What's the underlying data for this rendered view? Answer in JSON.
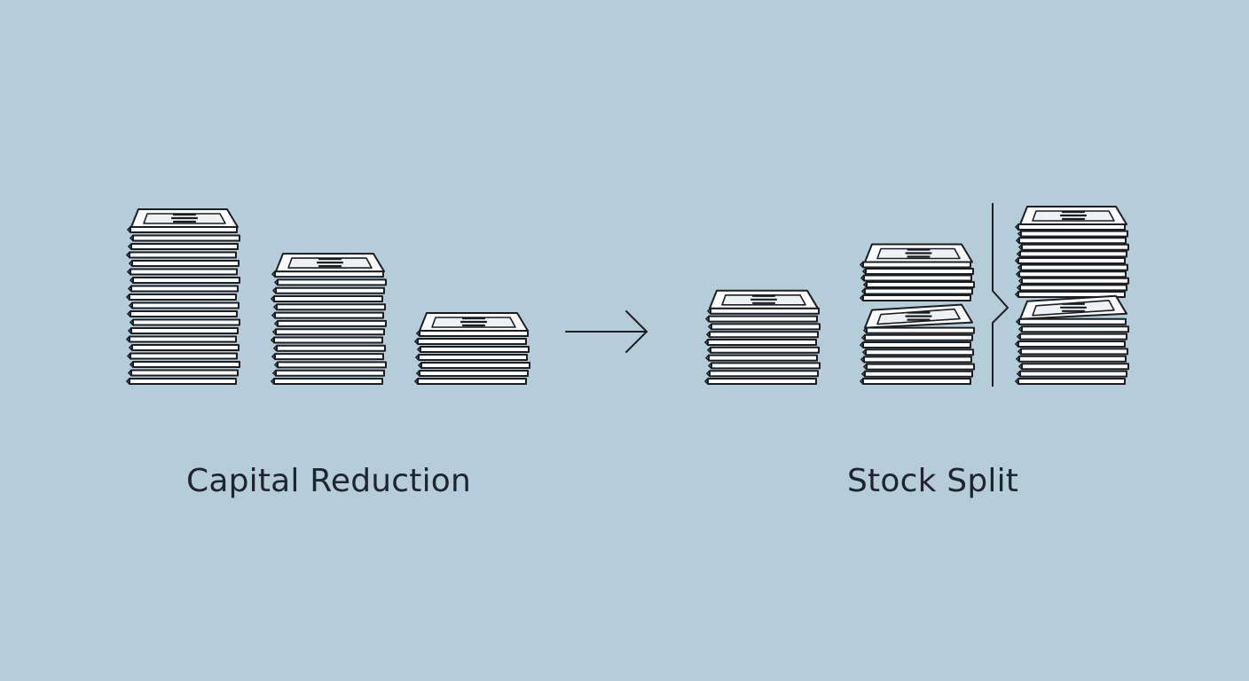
{
  "labels": {
    "left": "Capital Reduction",
    "right": "Stock Split"
  },
  "colors": {
    "background": "#b5cdd9",
    "line": "#1a1d22",
    "sheet": "#ffffff"
  },
  "stacks": [
    {
      "name": "capital-reduction-stack-large",
      "sheets": 19
    },
    {
      "name": "capital-reduction-stack-medium",
      "sheets": 14
    },
    {
      "name": "capital-reduction-stack-small",
      "sheets": 7
    },
    {
      "name": "stock-split-original-stack",
      "sheets": 10
    },
    {
      "name": "stock-split-top-left-stack",
      "sheets": 6
    },
    {
      "name": "stock-split-bottom-left-stack",
      "sheets": 8
    },
    {
      "name": "stock-split-top-right-stack",
      "sheets": 11
    },
    {
      "name": "stock-split-bottom-right-stack",
      "sheets": 9
    }
  ]
}
